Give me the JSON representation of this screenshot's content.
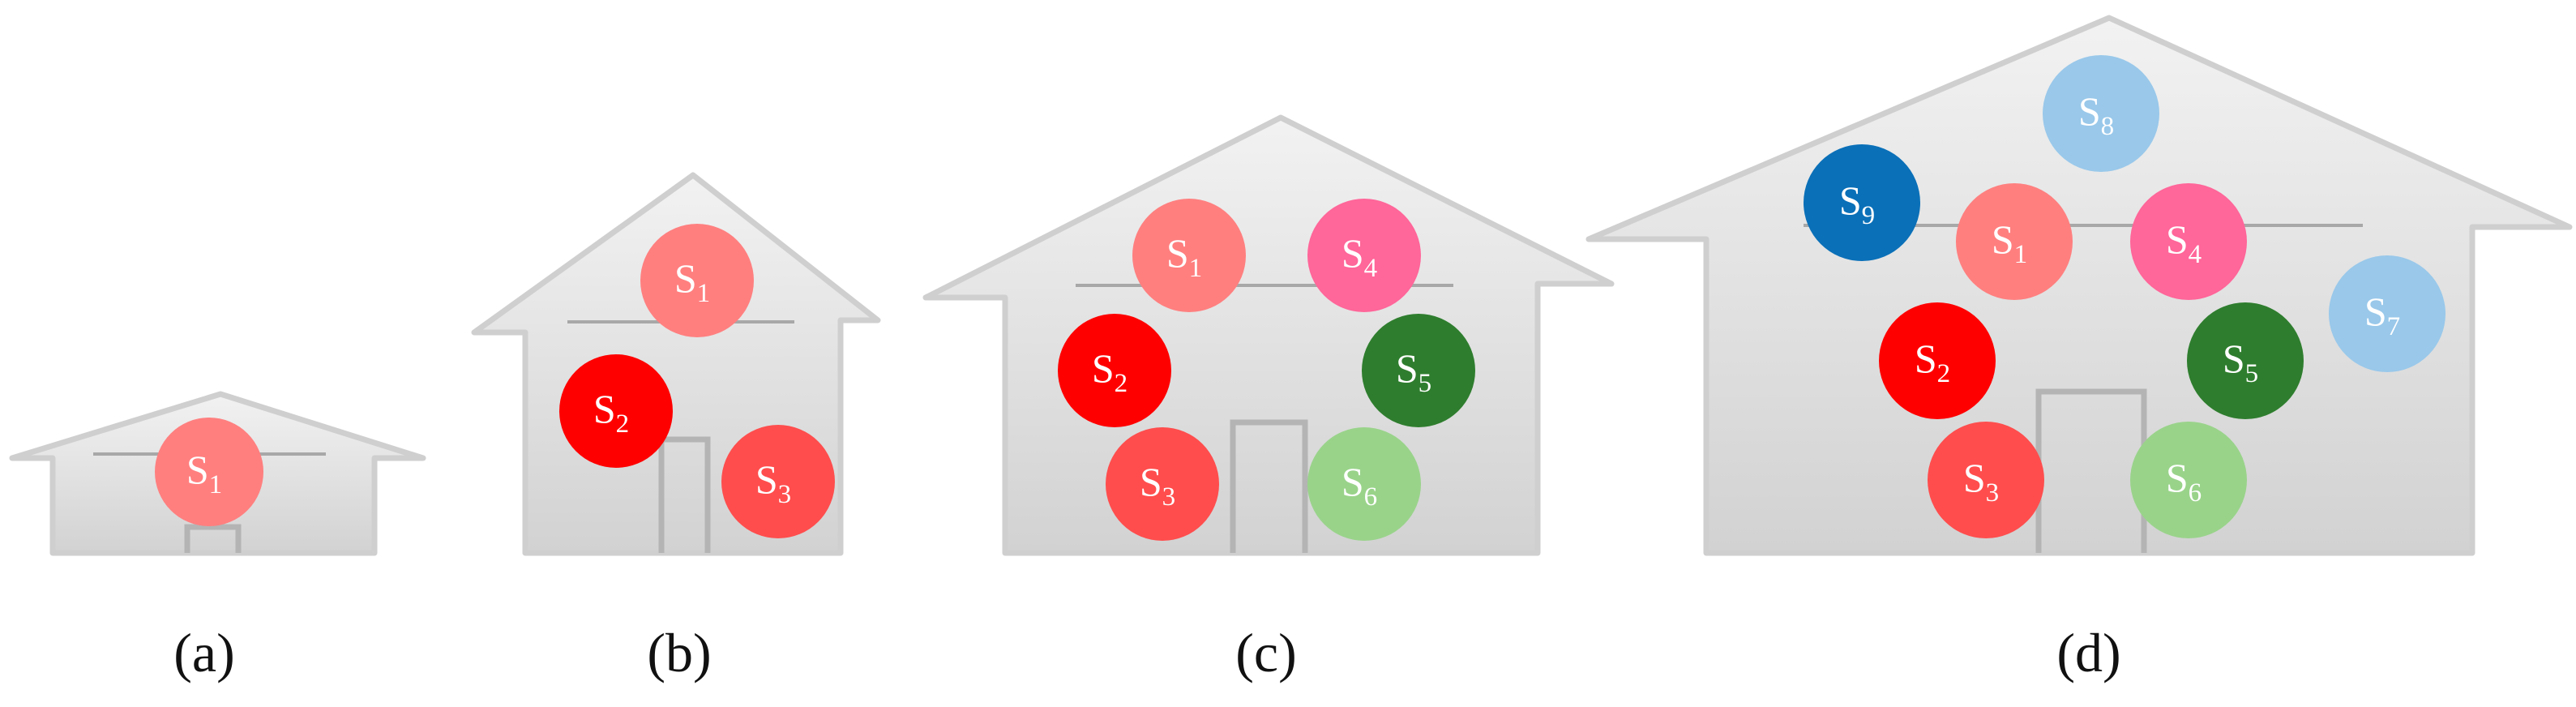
{
  "captions": [
    "(a)",
    "(b)",
    "(c)",
    "(d)"
  ],
  "colors": {
    "S1": "#ff7f7f",
    "S2": "#ff0000",
    "S3": "#ff4d4d",
    "S4": "#ff6699",
    "S5": "#2e7d2e",
    "S6": "#99d38a",
    "S7": "#99c8ea",
    "S8": "#99c8ea",
    "S9": "#0a70b8",
    "house_fill_top": "#eeeeee",
    "house_fill_bottom": "#d4d4d4",
    "house_outline": "#cfcfcf",
    "line": "#a8a8a8"
  },
  "houses": [
    {
      "id": "a",
      "caption": "(a)",
      "sets": [
        {
          "base": "S",
          "sub": "1",
          "color_key": "S1"
        }
      ]
    },
    {
      "id": "b",
      "caption": "(b)",
      "sets": [
        {
          "base": "S",
          "sub": "1",
          "color_key": "S1"
        },
        {
          "base": "S",
          "sub": "2",
          "color_key": "S2"
        },
        {
          "base": "S",
          "sub": "3",
          "color_key": "S3"
        }
      ]
    },
    {
      "id": "c",
      "caption": "(c)",
      "sets": [
        {
          "base": "S",
          "sub": "1",
          "color_key": "S1"
        },
        {
          "base": "S",
          "sub": "4",
          "color_key": "S4"
        },
        {
          "base": "S",
          "sub": "2",
          "color_key": "S2"
        },
        {
          "base": "S",
          "sub": "5",
          "color_key": "S5"
        },
        {
          "base": "S",
          "sub": "3",
          "color_key": "S3"
        },
        {
          "base": "S",
          "sub": "6",
          "color_key": "S6"
        }
      ]
    },
    {
      "id": "d",
      "caption": "(d)",
      "sets": [
        {
          "base": "S",
          "sub": "8",
          "color_key": "S8"
        },
        {
          "base": "S",
          "sub": "9",
          "color_key": "S9"
        },
        {
          "base": "S",
          "sub": "1",
          "color_key": "S1"
        },
        {
          "base": "S",
          "sub": "4",
          "color_key": "S4"
        },
        {
          "base": "S",
          "sub": "7",
          "color_key": "S7"
        },
        {
          "base": "S",
          "sub": "2",
          "color_key": "S2"
        },
        {
          "base": "S",
          "sub": "5",
          "color_key": "S5"
        },
        {
          "base": "S",
          "sub": "3",
          "color_key": "S3"
        },
        {
          "base": "S",
          "sub": "6",
          "color_key": "S6"
        }
      ]
    }
  ]
}
